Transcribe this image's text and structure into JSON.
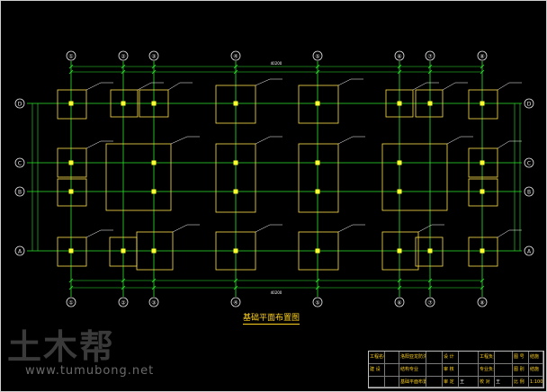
{
  "drawing": {
    "title": "基础平面布置图",
    "colors": {
      "background": "#000000",
      "grid_line": "#2ee62e",
      "footing_outline": "#ffe04a",
      "column_fill": "#ffff30",
      "dimension_line": "#2ee62e",
      "axis_bubble": "#e8e8e8",
      "annotation": "#ffffff"
    },
    "overall_dimension_top": "40200",
    "overall_dimension_bottom": "40200",
    "axes_top": [
      "①",
      "②",
      "③",
      "④",
      "⑤",
      "⑥",
      "⑦",
      "⑧"
    ],
    "axes_left": [
      "D",
      "C",
      "B",
      "A"
    ]
  },
  "watermark": {
    "logo": "土木帮",
    "website": "www.tumubong.net"
  },
  "title_block": {
    "r1": [
      "工程名称",
      "",
      "洛阳亚龙防洪规划",
      "",
      "设 计",
      "",
      "工程负责人",
      "",
      "图 号",
      "结施"
    ],
    "r2": [
      "建 设",
      "",
      "结构专业",
      "",
      "审 核",
      "",
      "专业负责人",
      "",
      "图 别",
      "结施"
    ],
    "r3": [
      "",
      "",
      "基础平面布置图",
      "",
      "审 定",
      "王",
      "校 对",
      "王",
      "比 例",
      "1:100"
    ]
  }
}
